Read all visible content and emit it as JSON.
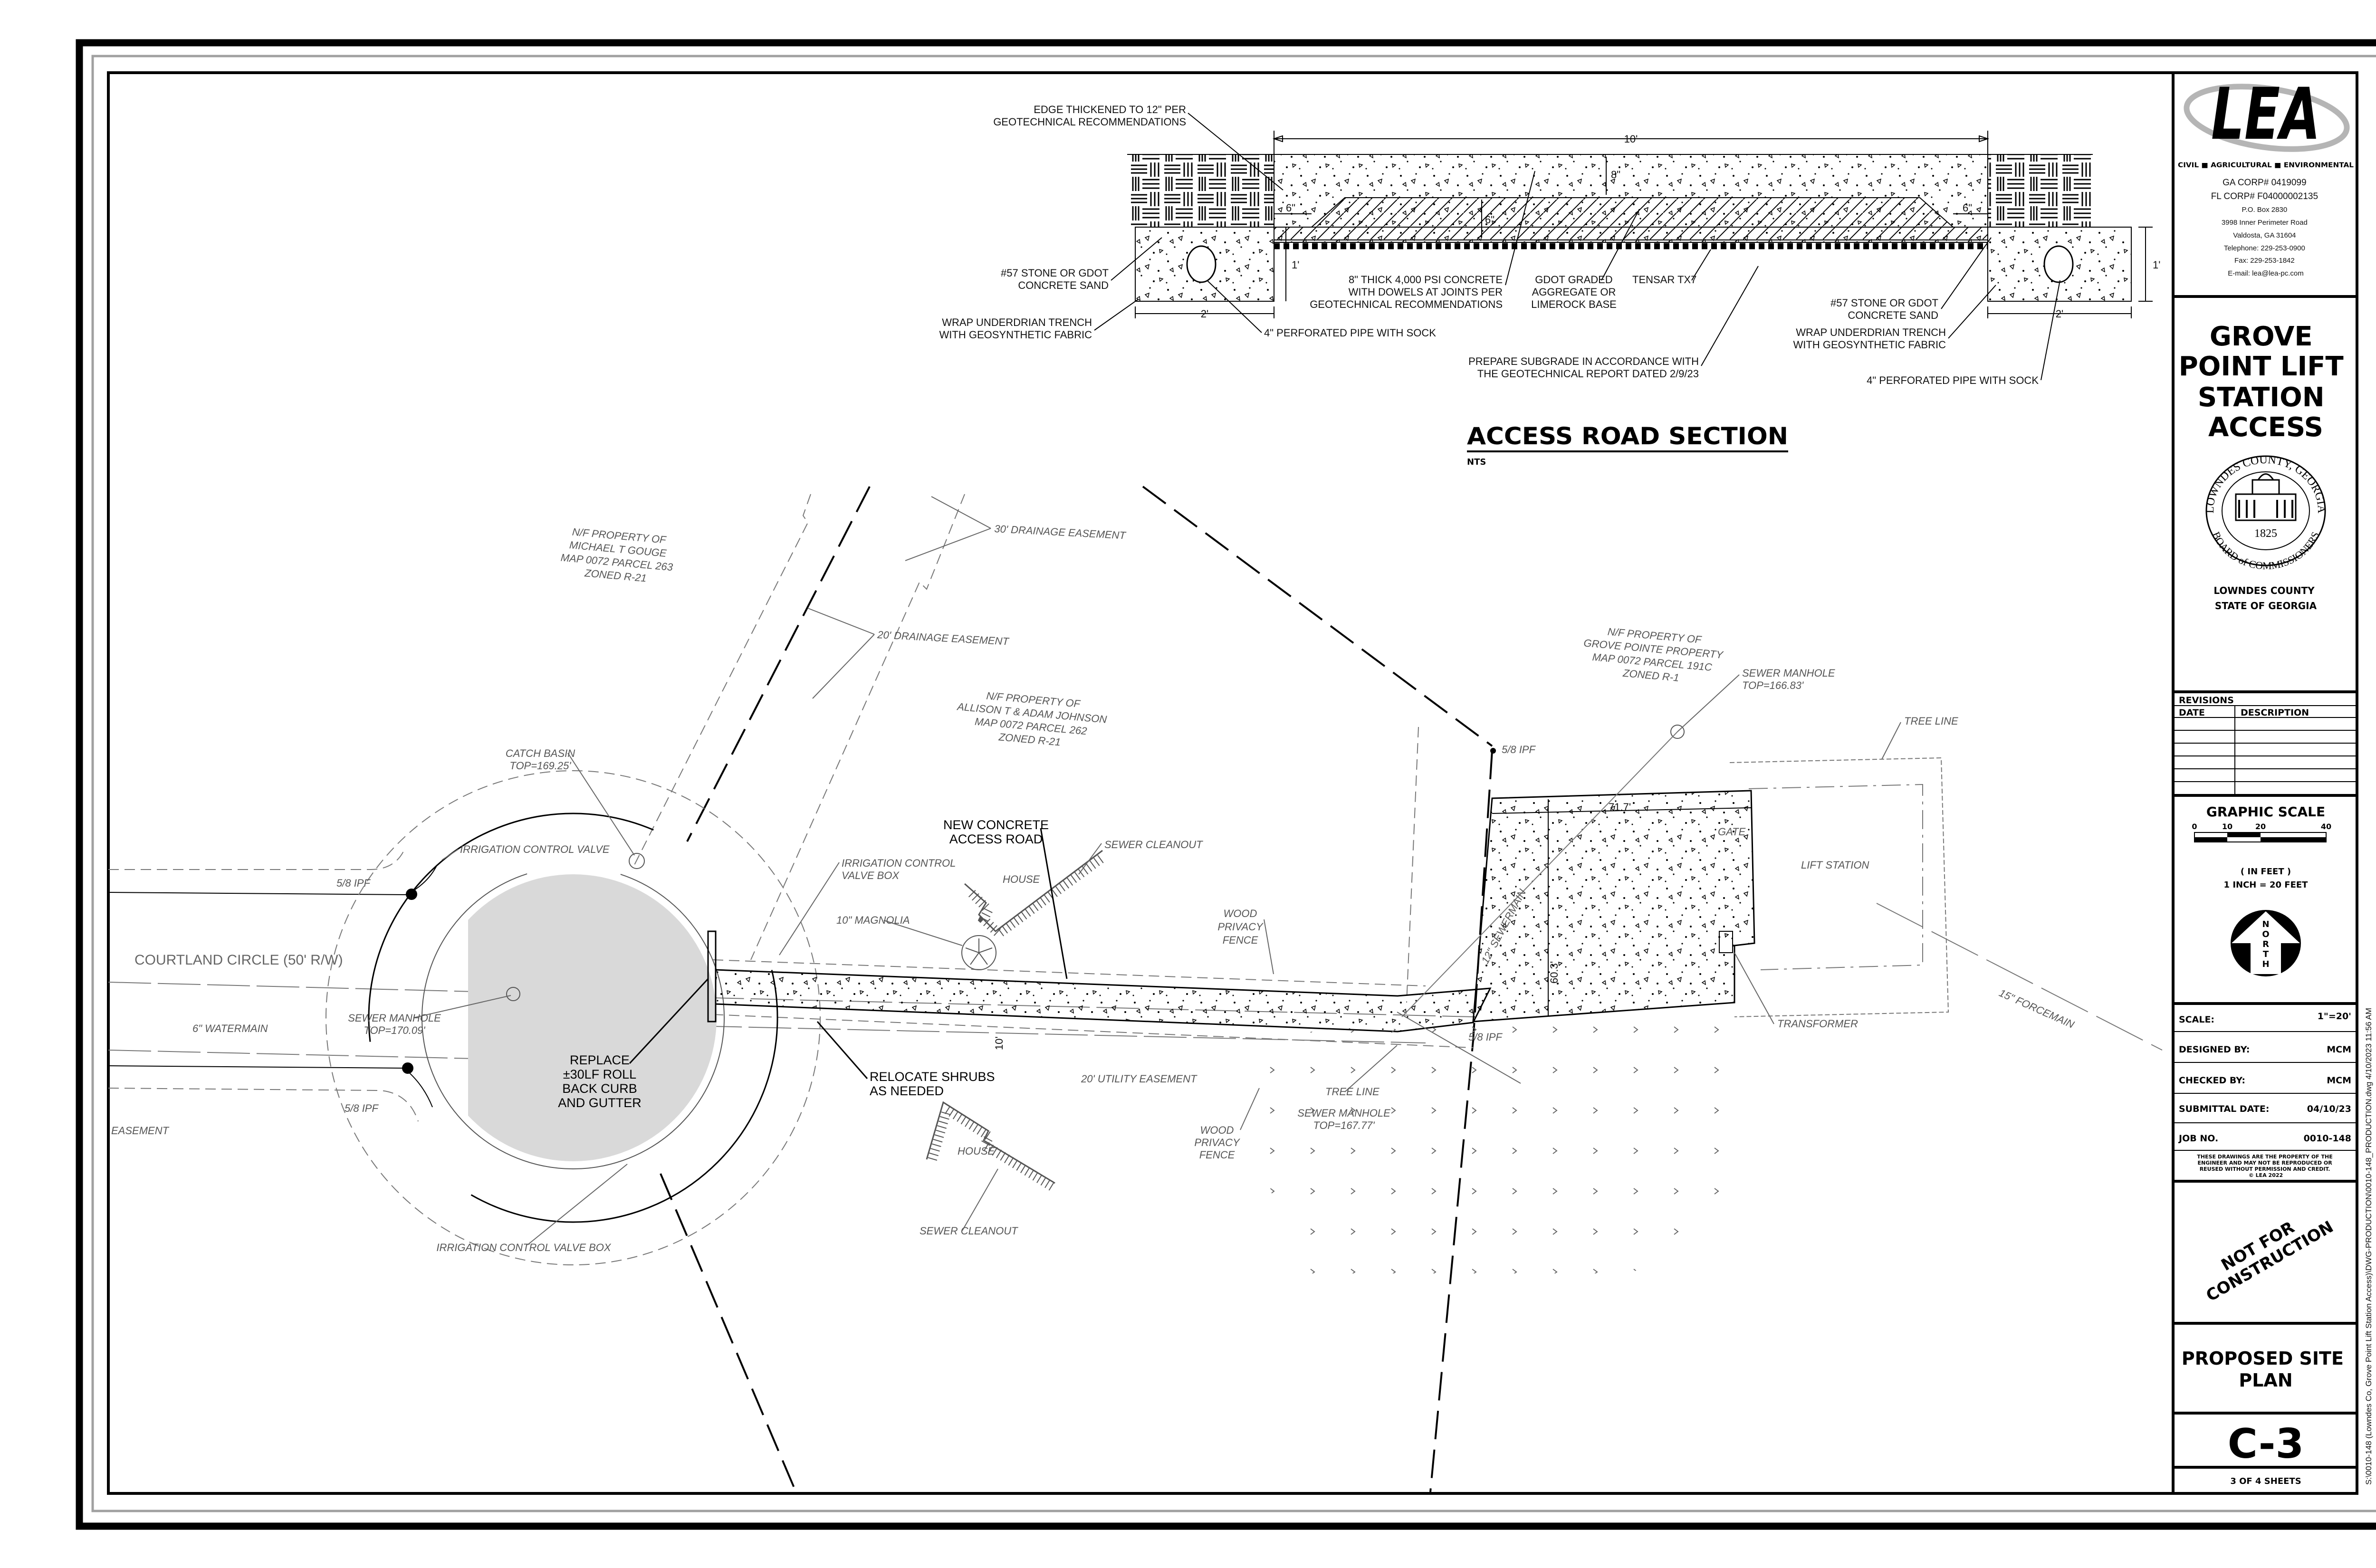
{
  "section": {
    "title": "ACCESS ROAD SECTION",
    "scale_note": "NTS",
    "edge_note": [
      "EDGE THICKENED TO 12\" PER",
      "GEOTECHNICAL RECOMMENDATIONS"
    ],
    "stone_left": [
      "#57 STONE OR GDOT",
      "CONCRETE SAND"
    ],
    "wrap_left": [
      "WRAP UNDERDRIAN TRENCH",
      "WITH GEOSYNTHETIC FABRIC"
    ],
    "pipe_left": "4\" PERFORATED PIPE WITH SOCK",
    "concrete": [
      "8\" THICK 4,000 PSI CONCRETE",
      "WITH DOWELS AT JOINTS PER",
      "GEOTECHNICAL RECOMMENDATIONS"
    ],
    "base": [
      "GDOT GRADED",
      "AGGREGATE OR",
      "LIMEROCK BASE"
    ],
    "geogrid": "TENSAR TX7",
    "subgrade": [
      "PREPARE SUBGRADE IN ACCORDANCE WITH",
      "THE GEOTECHNICAL REPORT DATED 2/9/23"
    ],
    "stone_right": [
      "#57 STONE OR GDOT",
      "CONCRETE SAND"
    ],
    "wrap_right": [
      "WRAP UNDERDRIAN TRENCH",
      "WITH GEOSYNTHETIC FABRIC"
    ],
    "pipe_right": "4\" PERFORATED PIPE WITH SOCK",
    "dims": {
      "width": "10'",
      "edge_left": "6\"",
      "edge_right": "6\"",
      "trench_left": "2'",
      "trench_right": "2'",
      "depth_left": "1'",
      "depth_right": "1'",
      "slab": "8\"",
      "base": "6\""
    }
  },
  "plan": {
    "gouge": [
      "N/F PROPERTY OF",
      "MICHAEL T GOUGE",
      "MAP 0072 PARCEL 263",
      "ZONED R-21"
    ],
    "johnson": [
      "N/F PROPERTY OF",
      "ALLISON T & ADAM JOHNSON",
      "MAP 0072 PARCEL 262",
      "ZONED R-21"
    ],
    "grove": [
      "N/F PROPERTY OF",
      "GROVE POINTE PROPERTY",
      "MAP 0072 PARCEL 191C",
      "ZONED R-1"
    ],
    "drainage_30": "30' DRAINAGE EASEMENT",
    "drainage_20": "20' DRAINAGE EASEMENT",
    "manhole_ne": [
      "SEWER MANHOLE",
      "TOP=166.83'"
    ],
    "tree_line_ne": "TREE LINE",
    "ipf_n": "5/8 IPF",
    "catch_basin": [
      "CATCH BASIN",
      "TOP=169.25'"
    ],
    "irr_valve": "IRRIGATION CONTROL VALVE",
    "ipf_w_top": "5/8 IPF",
    "irr_box_n": [
      "IRRIGATION CONTROL",
      "VALVE BOX"
    ],
    "new_road": [
      "NEW CONCRETE",
      "ACCESS ROAD"
    ],
    "cleanout_n": "SEWER CLEANOUT",
    "house_n": "HOUSE",
    "magnolia": "10\" MAGNOLIA",
    "fence_n": [
      "WOOD",
      "PRIVACY",
      "FENCE"
    ],
    "lift_station": "LIFT STATION",
    "gate": "GATE",
    "pad_width": "71.7'",
    "pad_depth": "60.3'",
    "sewermain": "12\" SEWERMAIN",
    "street": "COURTLAND CIRCLE (50' R/W)",
    "watermain": "6\" WATERMAIN",
    "manhole_w": [
      "SEWER MANHOLE",
      "TOP=170.09'"
    ],
    "replace_curb": [
      "REPLACE",
      "±30LF ROLL",
      "BACK CURB",
      "AND GUTTER"
    ],
    "relocate": [
      "RELOCATE SHRUBS",
      "AS NEEDED"
    ],
    "road_width": "10'",
    "transformer": "TRANSFORMER",
    "forcemain": "15\" FORCEMAIN",
    "ipf_s": "5/8 IPF",
    "utility_easement": "20' UTILITY EASEMENT",
    "tree_line_s": "TREE LINE",
    "manhole_s": [
      "SEWER MANHOLE",
      "TOP=167.77'"
    ],
    "fence_s": [
      "WOOD",
      "PRIVACY",
      "FENCE"
    ],
    "ipf_w_bottom": "5/8 IPF",
    "easement_w": "EASEMENT",
    "house_s": "HOUSE",
    "cleanout_s": "SEWER CLEANOUT",
    "irr_box_s": "IRRIGATION CONTROL VALVE BOX"
  },
  "title_block": {
    "logo": {
      "mark": "LEA",
      "tagline": "CIVIL ■ AGRICULTURAL ■ ENVIRONMENTAL"
    },
    "firm_lines": [
      "GA CORP# 0419099",
      "FL CORP# F04000002135",
      "P.O. Box 2830",
      "3998 Inner Perimeter Road",
      "Valdosta, GA 31604",
      "Telephone:  229-253-0900",
      "Fax:  229-253-1842",
      "E-mail: lea@lea-pc.com"
    ],
    "project_title": [
      "GROVE",
      "POINT LIFT",
      "STATION",
      "ACCESS"
    ],
    "seal": {
      "top": "LOWNDES COUNTY, GEORGIA",
      "bottom": "BOARD of COMMISSIONERS",
      "year": "1825"
    },
    "owner": [
      "LOWNDES COUNTY",
      "STATE OF GEORGIA"
    ],
    "revisions": {
      "title": "REVISIONS",
      "col_date": "DATE",
      "col_desc": "DESCRIPTION",
      "rows": [
        {
          "date": "",
          "description": ""
        },
        {
          "date": "",
          "description": ""
        },
        {
          "date": "",
          "description": ""
        },
        {
          "date": "",
          "description": ""
        },
        {
          "date": "",
          "description": ""
        },
        {
          "date": "",
          "description": ""
        }
      ]
    },
    "graphic_scale": {
      "title": "GRAPHIC SCALE",
      "ticks": [
        "0",
        "10",
        "20",
        "40"
      ],
      "units": "( IN FEET )",
      "ratio": "1 INCH = 20 FEET"
    },
    "north": "NORTH",
    "info": [
      {
        "label": "SCALE:",
        "value": "1\"=20'"
      },
      {
        "label": "DESIGNED BY:",
        "value": "MCM"
      },
      {
        "label": "CHECKED BY:",
        "value": "MCM"
      },
      {
        "label": "SUBMITTAL DATE:",
        "value": "04/10/23"
      },
      {
        "label": "JOB NO.",
        "value": "0010-148"
      }
    ],
    "notice": [
      "THESE DRAWINGS ARE THE PROPERTY OF THE",
      "ENGINEER AND MAY NOT BE REPRODUCED OR",
      "REUSED WITHOUT PERMISSION AND CREDIT.",
      "© LEA  2022"
    ],
    "stamp": [
      "NOT FOR",
      "CONSTRUCTION"
    ],
    "sheet_title": [
      "PROPOSED SITE",
      "PLAN"
    ],
    "sheet_number": "C-3",
    "sheet_count": "3 OF 4 SHEETS"
  },
  "file_path": "S:\\0010-148 (Lowndes Co, Grove Point Lift Station Access)\\DWG-PRODUCTION\\0010-148_PRODUCTION.dwg  4/10/2023 11:56 AM"
}
